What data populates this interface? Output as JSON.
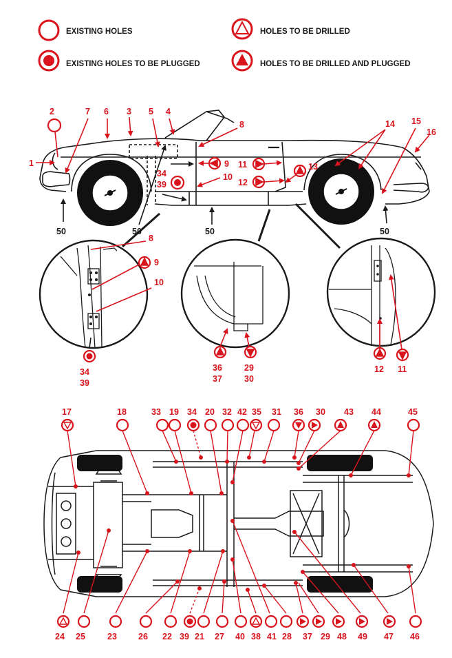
{
  "colors": {
    "accent": "#d9141c",
    "ink": "#1a1a1a",
    "background": "#ffffff"
  },
  "legend": {
    "existing_holes": "EXISTING HOLES",
    "holes_to_be_drilled": "HOLES TO BE DRILLED",
    "existing_holes_plugged": "EXISTING HOLES TO BE PLUGGED",
    "holes_drilled_plugged": "HOLES TO BE DRILLED AND PLUGGED"
  },
  "side_view_labels": {
    "l1": "1",
    "l2": "2",
    "l3": "3",
    "l4": "4",
    "l5": "5",
    "l6": "6",
    "l7": "7",
    "l8": "8",
    "l9": "9",
    "l10": "10",
    "l11": "11",
    "l12": "12",
    "l13": "13",
    "l14": "14",
    "l15": "15",
    "l16": "16",
    "l34": "34",
    "l39": "39",
    "l50a": "50",
    "l50b": "50",
    "l50c": "50",
    "l50d": "50"
  },
  "detail_labels": {
    "left_8": "8",
    "left_9": "9",
    "left_10": "10",
    "left_34": "34",
    "left_39": "39",
    "mid_36": "36",
    "mid_37": "37",
    "mid_29": "29",
    "mid_30": "30",
    "right_12": "12",
    "right_11": "11"
  },
  "underbody_top": [
    "17",
    "18",
    "33",
    "19",
    "34",
    "20",
    "32",
    "42",
    "35",
    "31",
    "36",
    "30",
    "43",
    "44",
    "45"
  ],
  "underbody_bottom": [
    "24",
    "25",
    "23",
    "26",
    "22",
    "39",
    "21",
    "27",
    "40",
    "38",
    "41",
    "28",
    "37",
    "29",
    "48",
    "49",
    "47",
    "46"
  ]
}
